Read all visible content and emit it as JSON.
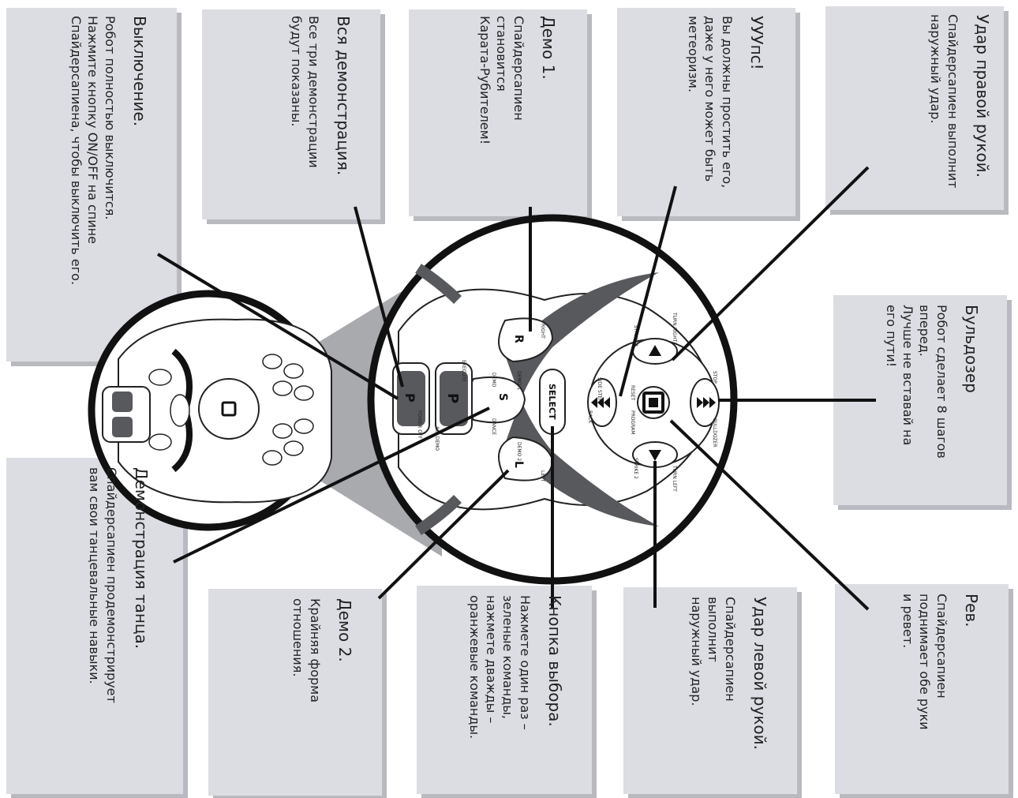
{
  "callouts": {
    "right_punch": {
      "title": "Удар правой рукой.",
      "text": "Спайдерсапиен выполнит\nнаружный удар."
    },
    "oops": {
      "title": "УУУпс!",
      "text": "Вы должны простить его,\nдаже у него может быть\nметеоризм."
    },
    "demo1": {
      "title": "Демо 1.",
      "text": "Спайдерсапиен\nстановится\nКарата-Рубителем!"
    },
    "all_demo": {
      "title": "Вся демонстрация.",
      "text": "Все три демонстрации\nбудут показаны."
    },
    "off": {
      "title": "Выключение.",
      "text": "Робот полностью выключится.\nНажмите кнопку ON/OFF на спине\nСпайдерсапиена, чтобы выключить его."
    },
    "bulldozer": {
      "title": "Бульдозер",
      "text": "Робот сделает 8 шагов\nвперед.\nЛучше не вставай на\nего пути!"
    },
    "roar": {
      "title": "Рев.",
      "text": "Спайдерсапиен\nподнимает обе руки\nи ревет."
    },
    "left_punch": {
      "title": "Удар левой рукой.",
      "text": "Спайдерсапиен\nвыполнит\nнаружный удар."
    },
    "select": {
      "title": "Кнопка выбора.",
      "text": "Нажмете один раз –\nзеленые команды,\nнажмете дважды –\nоранжевые команды."
    },
    "demo2": {
      "title": "Демо 2.",
      "text": "Крайняя форма\nотношения."
    },
    "dance": {
      "title": "Демонстрация танца.",
      "text": "Спайдерсапиен продемонстрирует\nвам свои танцевальные навыки."
    }
  },
  "remote": {
    "buttons": {
      "r": "R",
      "s": "S",
      "l": "L",
      "p": "P",
      "p2": "P",
      "select": "SELECT"
    },
    "labels": {
      "right": "RIGHT",
      "demo1": "DEMO 1",
      "execute": "EXECUTE",
      "all_demo": "ALL DEMO",
      "demo": "DEMO",
      "dance": "DANCE",
      "demo2": "DEMO 2",
      "left": "LEFT",
      "power_off": "POWER OFF",
      "turn_right": "TURN RIGHT",
      "strike3": "STRIKE 3",
      "side_step": "SIDE STEP",
      "reset": "RESET",
      "back": "BACK",
      "program": "PROGRAM",
      "strike2": "STRIKE 2",
      "turn_left": "TURN LEFT",
      "stop": "STOP",
      "bulldozer": "BULLDOZER"
    }
  },
  "colors": {
    "box": "#dcdde2",
    "shadow": "#b9bac0",
    "cone": "#a9aaae",
    "dark": "#58595d"
  }
}
